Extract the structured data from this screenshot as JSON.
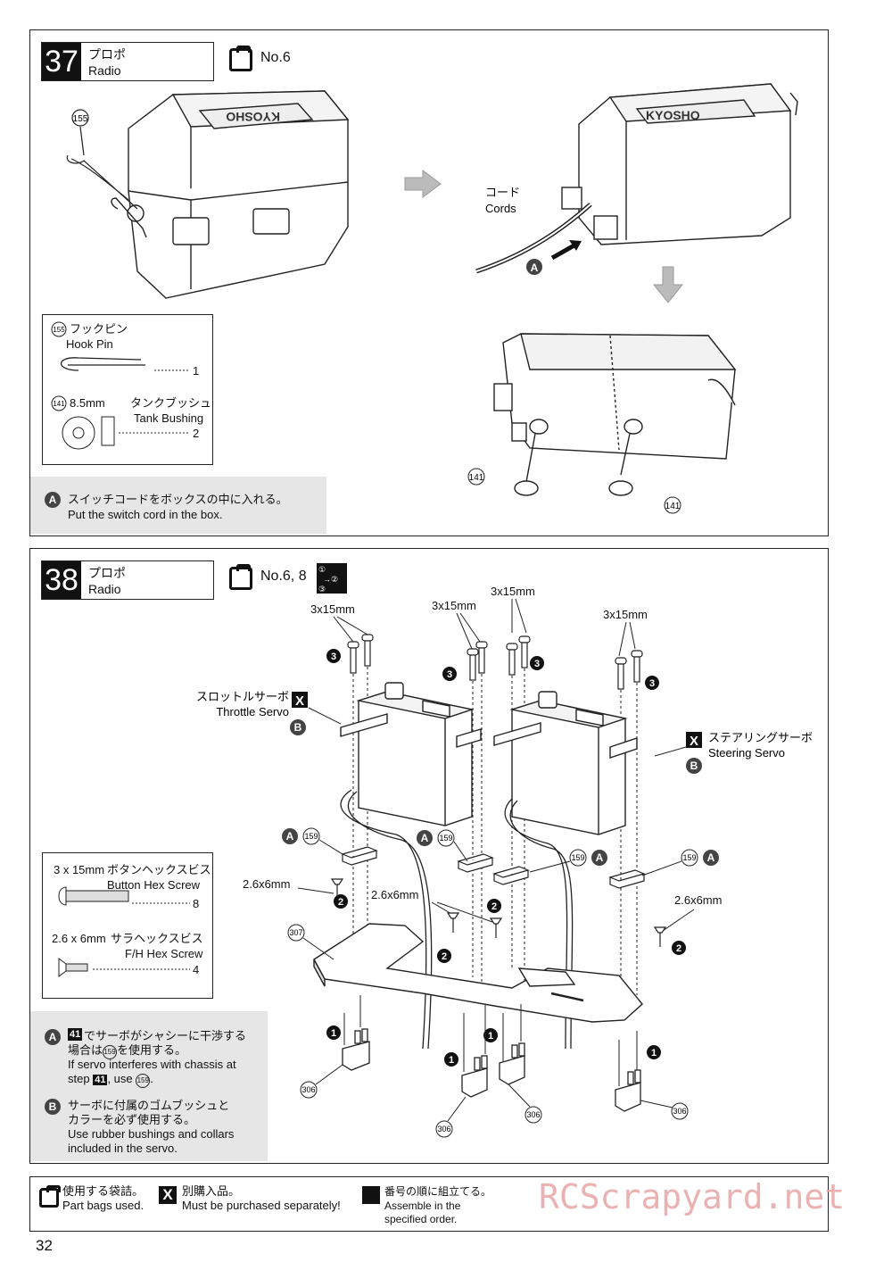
{
  "step37": {
    "number": "37",
    "label_jp": "プロポ",
    "label_en": "Radio",
    "bag": "No.6",
    "cord_jp": "コード",
    "cord_en": "Cords",
    "part155_id": "155",
    "part141_id": "141",
    "legend": {
      "hook_pin_id": "155",
      "hook_pin_jp": "フックピン",
      "hook_pin_en": "Hook Pin",
      "hook_pin_qty": "1",
      "bushing_id": "141",
      "bushing_size": "8.5mm",
      "bushing_jp": "タンクブッシュ",
      "bushing_en": "Tank Bushing",
      "bushing_qty": "2"
    },
    "note": {
      "marker": "A",
      "jp": "スイッチコードをボックスの中に入れる。",
      "en": "Put the switch cord in the box."
    }
  },
  "step38": {
    "number": "38",
    "label_jp": "プロポ",
    "label_en": "Radio",
    "bag": "No.6, 8",
    "order_icon": "sequence-icon",
    "screw_label": "3x15mm",
    "fh_label": "2.6x6mm",
    "throttle_jp": "スロットルサーボ",
    "throttle_en": "Throttle Servo",
    "steering_jp": "ステアリングサーボ",
    "steering_en": "Steering Servo",
    "part159": "159",
    "part307": "307",
    "part306": "306",
    "marker_a": "A",
    "marker_b": "B",
    "legend": {
      "button_size": "3 x 15mm",
      "button_jp": "ボタンヘックスビス",
      "button_en": "Button Hex Screw",
      "button_qty": "8",
      "fh_size": "2.6 x 6mm",
      "fh_jp": "サラヘックスビス",
      "fh_en": "F/H Hex Screw",
      "fh_qty": "4"
    },
    "notes": {
      "a_step": "41",
      "a_jp_1": "でサーボがシャシーに干渉する",
      "a_jp_2": "場合は",
      "a_jp_2b": "を使用する。",
      "a_en_1": "If servo interferes with chassis at",
      "a_en_2": "step",
      "a_en_2b": ", use",
      "b_jp_1": "サーボに付属のゴムブッシュと",
      "b_jp_2": "カラーを必ず使用する。",
      "b_en_1": "Use rubber bushings and collars",
      "b_en_2": "included in the servo."
    }
  },
  "footer": {
    "bag_jp": "使用する袋詰。",
    "bag_en": "Part bags used.",
    "x_jp": "別購入品。",
    "x_en": "Must be purchased separately!",
    "order_jp": "番号の順に組立てる。",
    "order_en_1": "Assemble in the",
    "order_en_2": "specified order.",
    "watermark": "RCScrapyard.net"
  },
  "page_number": "32"
}
